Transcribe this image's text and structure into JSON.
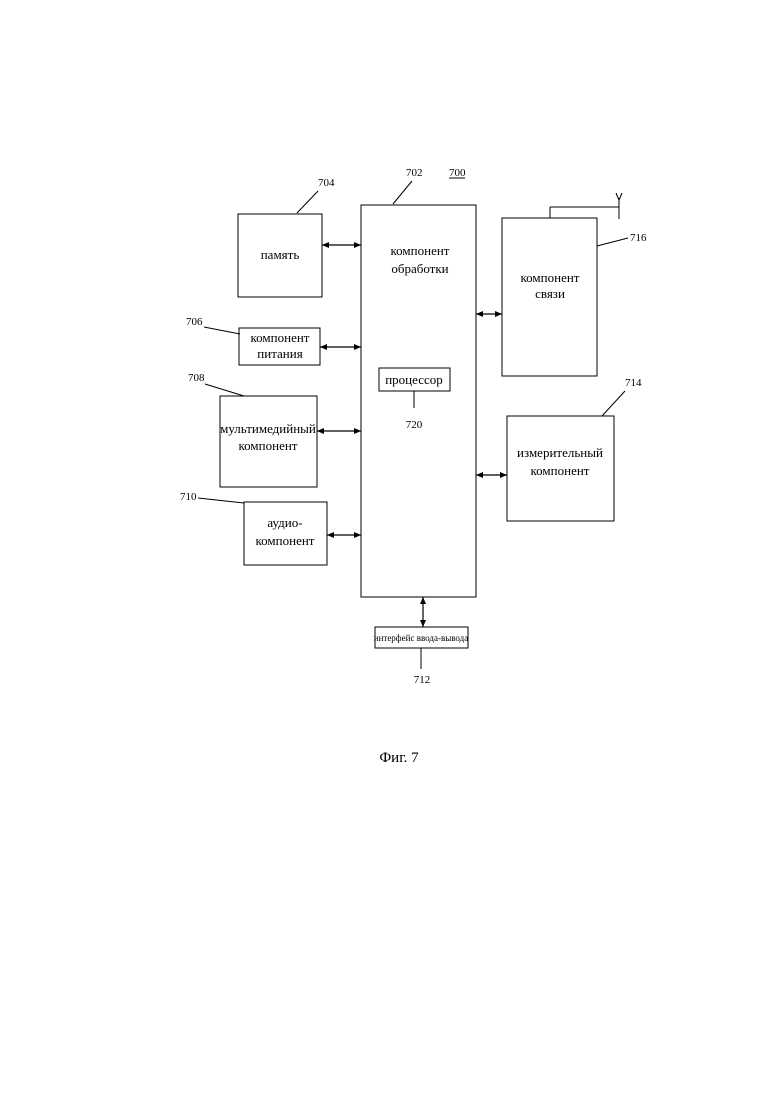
{
  "device_ref": "700",
  "processing": {
    "ref": "702",
    "line1": "компонент",
    "line2": "обработки"
  },
  "memory": {
    "ref": "704",
    "label": "память"
  },
  "power": {
    "ref": "706",
    "line1": "компонент",
    "line2": "питания"
  },
  "multimedia": {
    "ref": "708",
    "line1": "мультимедийный",
    "line2": "компонент"
  },
  "audio": {
    "ref": "710",
    "line1": "аудио-",
    "line2": "компонент"
  },
  "io": {
    "ref": "712",
    "label": "интерфейс ввода-вывода"
  },
  "sensor": {
    "ref": "714",
    "line1": "измерительный",
    "line2": "компонент"
  },
  "comm": {
    "ref": "716",
    "line1": "компонент",
    "line2": "связи"
  },
  "processor": {
    "ref": "720",
    "label": "процессор"
  },
  "caption": "Фиг. 7"
}
